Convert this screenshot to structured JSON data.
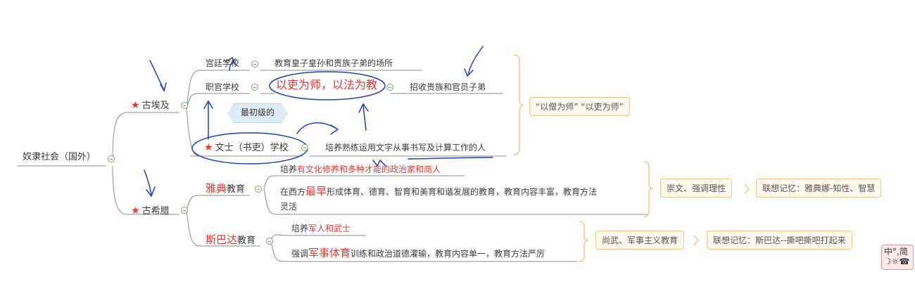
{
  "root": {
    "label": "奴隶社会（国外）"
  },
  "egypt": {
    "label": "古埃及",
    "schools": [
      {
        "name": "宫廷学校",
        "desc": "教育皇子皇孙和贵族子弟的场所"
      },
      {
        "name": "职官学校",
        "motto": "以吏为师，以法为教",
        "desc": "招收贵族和官员子弟"
      },
      {
        "name": "文士（书吏）学校",
        "desc": "培养熟练运用文字从事书写及计算工作的人"
      }
    ],
    "hint": "最初级的",
    "summary": "“以僧为师”  “以吏为师”"
  },
  "greece": {
    "label": "古希腊",
    "athens": {
      "name_red": "雅典",
      "name_suffix": "教育",
      "line1_prefix": "培养",
      "line1_red": "有文化修养和多种才能的政治家和商人",
      "line2_prefix": "在西方",
      "line2_red": "最早",
      "line2_rest": "形成体育、德育、智育和美育和谐发展的教育，教育内容丰富，教育方法",
      "line2_wrap": "灵活",
      "summary": "崇文、强调理性",
      "memory": "联想记忆：雅典娜-知性、智慧"
    },
    "sparta": {
      "name_red": "斯巴达",
      "name_suffix": "教育",
      "line1_prefix": "培养",
      "line1_red": "军人和武士",
      "line2_prefix": "强调",
      "line2_red": "军事体育",
      "line2_rest": "训练和政治道德灌输，教育内容单一，教育方法严厉",
      "summary": "尚武、军事主义教育",
      "memory": "联想记忆：斯巴达--撕吧撕吧打起来"
    }
  },
  "ime": {
    "line1": "中°,简",
    "line2": "☽☼☎"
  },
  "colors": {
    "branch": "#8c8c8c",
    "red": "#e53935",
    "ink": "#1f3fbf",
    "collapse": "#79a86f",
    "summary_border": "#f2c68c"
  }
}
